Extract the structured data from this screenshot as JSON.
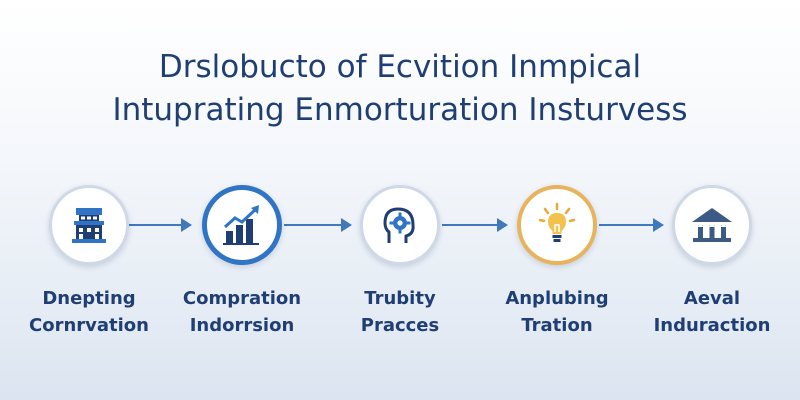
{
  "title": {
    "line1": "Drslobucto of Ecvition Inmpical",
    "line2": "Intuprating Enmorturation Insturvess"
  },
  "colors": {
    "primary": "#1f3f74",
    "accent_blue": "#2f74c5",
    "arrow": "#3f78bd",
    "accent_gold": "#e8b35a",
    "ring_light": "#cfd9e6"
  },
  "steps": [
    {
      "icon": "building-icon",
      "line1": "Dnepting",
      "line2": "Cornrvation"
    },
    {
      "icon": "growth-chart-icon",
      "line1": "Compration",
      "line2": "Indorrsion"
    },
    {
      "icon": "head-gear-icon",
      "line1": "Trubity",
      "line2": "Pracces"
    },
    {
      "icon": "lightbulb-icon",
      "line1": "Anplubing",
      "line2": "Tration"
    },
    {
      "icon": "institution-icon",
      "line1": "Aeval",
      "line2": "Induraction"
    }
  ]
}
